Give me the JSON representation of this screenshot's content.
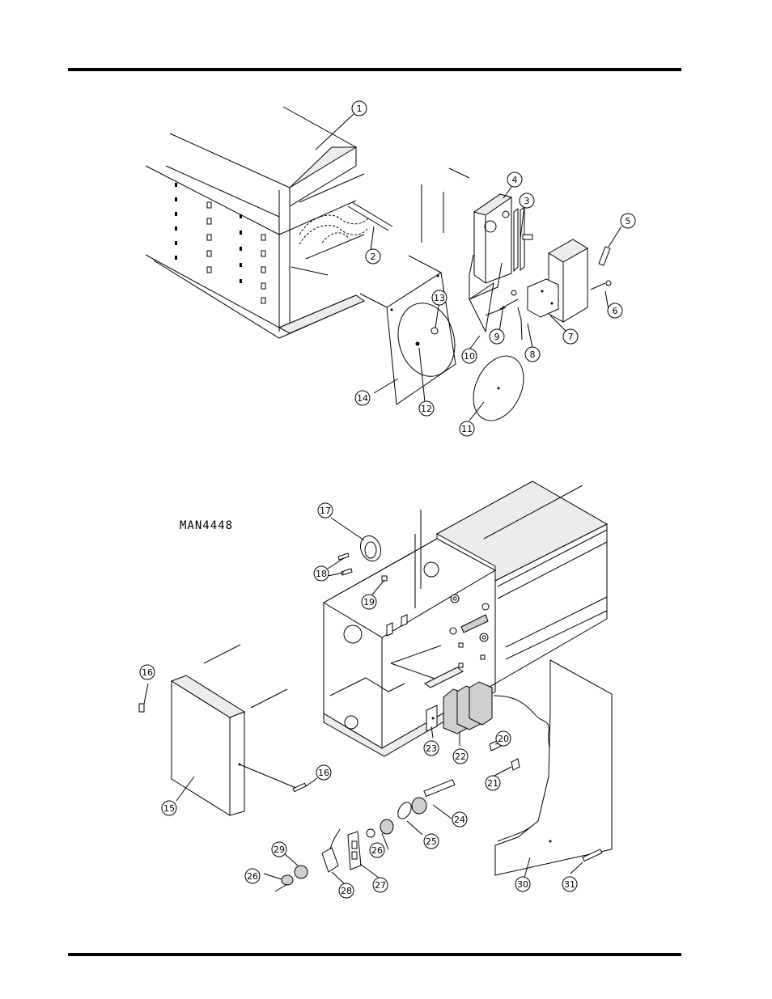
{
  "drawing_id": "MAN4448",
  "callouts": [
    "1",
    "2",
    "3",
    "4",
    "5",
    "6",
    "7",
    "8",
    "9",
    "10",
    "11",
    "12",
    "13",
    "14",
    "15",
    "16",
    "17",
    "18",
    "19",
    "20",
    "21",
    "22",
    "23",
    "24",
    "25",
    "26",
    "27",
    "28",
    "29",
    "30",
    "31"
  ]
}
